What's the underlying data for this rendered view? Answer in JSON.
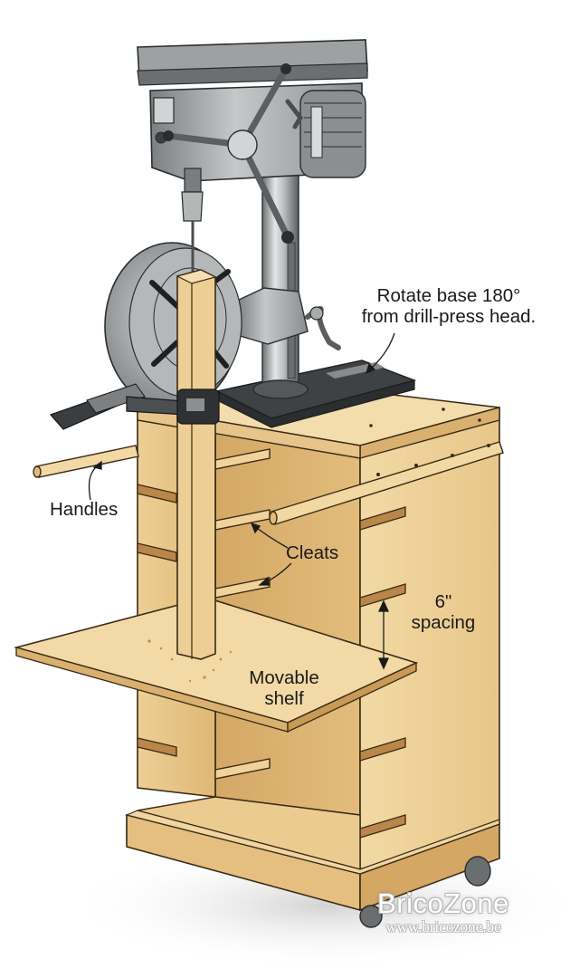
{
  "labels": {
    "rotate_base_line1": "Rotate base 180°",
    "rotate_base_line2": "from drill-press head.",
    "handles": "Handles",
    "cleats": "Cleats",
    "spacing_value": "6\"",
    "spacing_word": "spacing",
    "movable_line1": "Movable",
    "movable_line2": "shelf"
  },
  "watermark": {
    "brand": "BricoZone",
    "url": "www.bricozone.be"
  },
  "colors": {
    "wood_light": "#f1d9a6",
    "wood_mid": "#e6c384",
    "wood_dark": "#c99a55",
    "metal_light": "#c9cbcc",
    "metal_mid": "#8e9192",
    "metal_dark": "#4a4d4f",
    "outline": "#3a2a15"
  }
}
